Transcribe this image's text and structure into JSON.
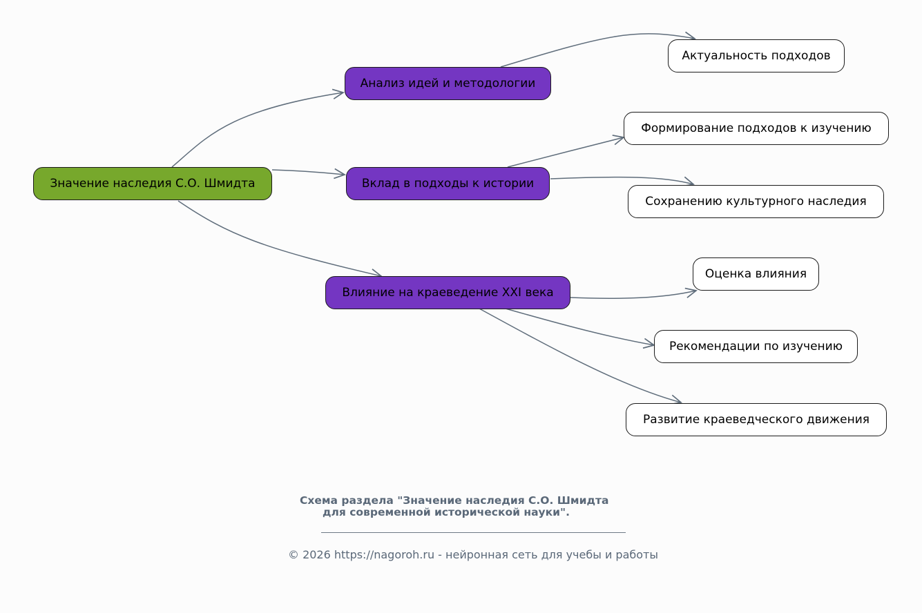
{
  "diagram": {
    "root": {
      "id": "root",
      "label": "Значение наследия С.О. Шмидта",
      "color": "#77a82c"
    },
    "branches": [
      {
        "id": "b1",
        "label": "Анализ идей и методологии",
        "color": "#7436c2",
        "children": [
          {
            "id": "l1",
            "label": "Актуальность подходов"
          }
        ]
      },
      {
        "id": "b2",
        "label": "Вклад в подходы к истории",
        "color": "#7436c2",
        "children": [
          {
            "id": "l2",
            "label": "Формирование подходов к изучению"
          },
          {
            "id": "l3",
            "label": "Сохранению культурного наследия"
          }
        ]
      },
      {
        "id": "b3",
        "label": "Влияние на краеведение XXI века",
        "color": "#7436c2",
        "children": [
          {
            "id": "l4",
            "label": "Оценка влияния"
          },
          {
            "id": "l5",
            "label": "Рекомендации по изучению"
          },
          {
            "id": "l6",
            "label": "Развитие краеведческого движения"
          }
        ]
      }
    ],
    "edges": [
      {
        "from": "root",
        "to": "b1"
      },
      {
        "from": "root",
        "to": "b2"
      },
      {
        "from": "root",
        "to": "b3"
      },
      {
        "from": "b1",
        "to": "l1"
      },
      {
        "from": "b2",
        "to": "l2"
      },
      {
        "from": "b2",
        "to": "l3"
      },
      {
        "from": "b3",
        "to": "l4"
      },
      {
        "from": "b3",
        "to": "l5"
      },
      {
        "from": "b3",
        "to": "l6"
      }
    ],
    "edge_color": "#5f6d7b",
    "leaf_color": "#ffffff"
  },
  "caption": {
    "line1": "Схема раздела \"Значение наследия С.О. Шмидта",
    "line2": "для современной исторической науки\"."
  },
  "footer": {
    "separator": "________________________________________________",
    "copyright": "© 2026 https://nagoroh.ru - нейронная сеть для учебы и работы"
  }
}
